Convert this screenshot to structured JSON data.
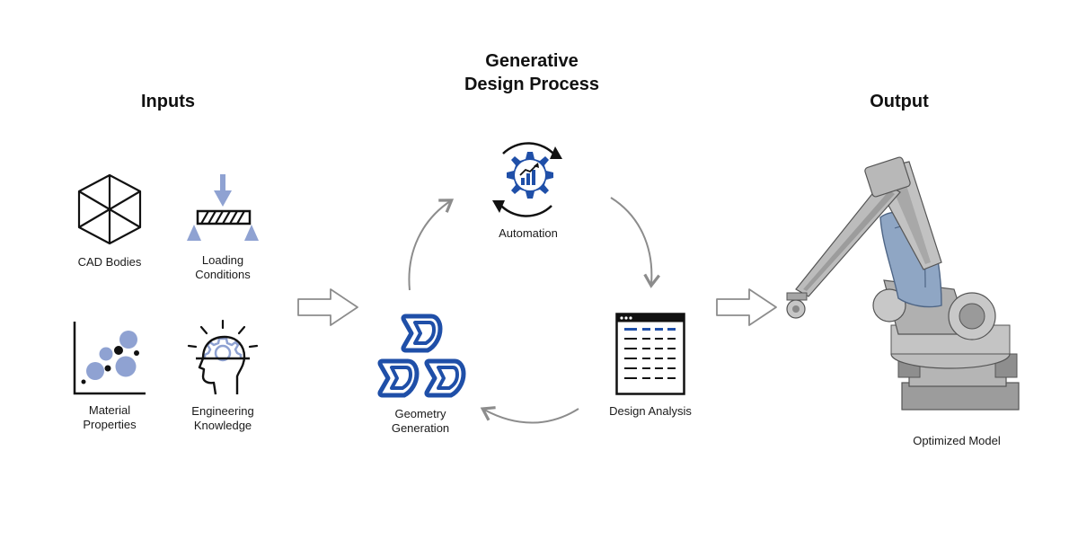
{
  "headings": {
    "inputs": "Inputs",
    "process_line1": "Generative",
    "process_line2": "Design Process",
    "output": "Output"
  },
  "inputs": {
    "cad_bodies": "CAD Bodies",
    "loading_line1": "Loading",
    "loading_line2": "Conditions",
    "material_line1": "Material",
    "material_line2": "Properties",
    "engineering_line1": "Engineering",
    "engineering_line2": "Knowledge"
  },
  "process": {
    "automation": "Automation",
    "design_analysis": "Design Analysis",
    "geometry_line1": "Geometry",
    "geometry_line2": "Generation"
  },
  "output": {
    "optimized_model": "Optimized Model"
  },
  "colors": {
    "accent_blue": "#1f4fa8",
    "light_blue": "#8fa2d2",
    "arrow_gray": "#8c8c8c",
    "robot_gray": "#a9a9a9",
    "robot_blue": "#8fa6c4"
  }
}
